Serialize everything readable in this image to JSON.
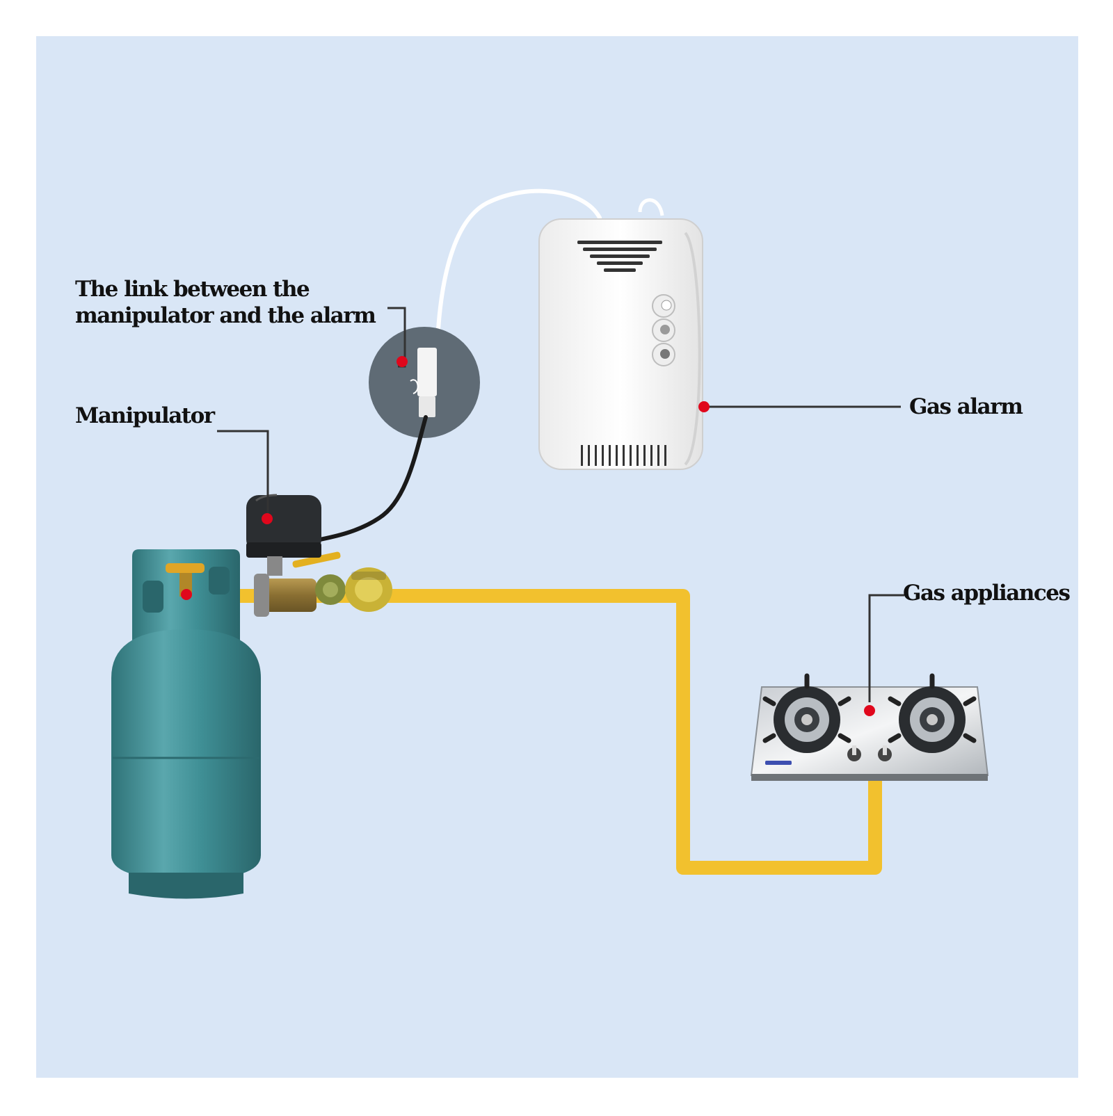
{
  "labels": {
    "link": {
      "line1": "The link between the",
      "line2": "manipulator and the alarm"
    },
    "manipulator": "Manipulator",
    "gas_alarm": "Gas alarm",
    "gas_appliances": "Gas appliances"
  },
  "colors": {
    "background": "#d9e6f6",
    "pipe": "#f2c12e",
    "marker": "#e0071c",
    "cylinder": "#3f8f95",
    "leader_line": "#333333",
    "inset_circle": "#5f6b75"
  },
  "icons": {
    "cylinder": "gas-cylinder-icon",
    "valve": "manipulator-valve-icon",
    "alarm": "gas-alarm-icon",
    "stove": "gas-stove-icon"
  }
}
